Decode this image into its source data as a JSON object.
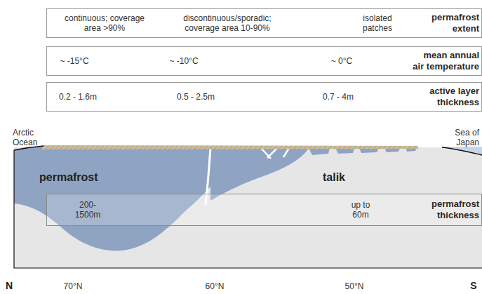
{
  "diagram": {
    "nodes": [
      {
        "text": [
          "continuous; coverage area >90%",
          "discontinuous/sporadic; coverage area 10-90%",
          "isolated patches",
          "permafrost extent"
        ]
      },
      {
        "text": [
          "~ -15°C",
          "~ -10°C",
          "~ 0°C",
          "mean annual air temperature"
        ]
      },
      {
        "text": [
          "0.2 - 1.6m",
          "0.5 - 2.5m",
          "0.7 - 4m",
          "active layer thickness"
        ]
      },
      {
        "text": [
          "200- 1500m",
          "up to 60m",
          "permafrost thickness"
        ]
      }
    ],
    "labels": [
      "Arctic Ocean",
      "Sea of Japan",
      "permafrost",
      "talik",
      "N",
      "70°N",
      "60°N",
      "50°N",
      "S"
    ]
  }
}
